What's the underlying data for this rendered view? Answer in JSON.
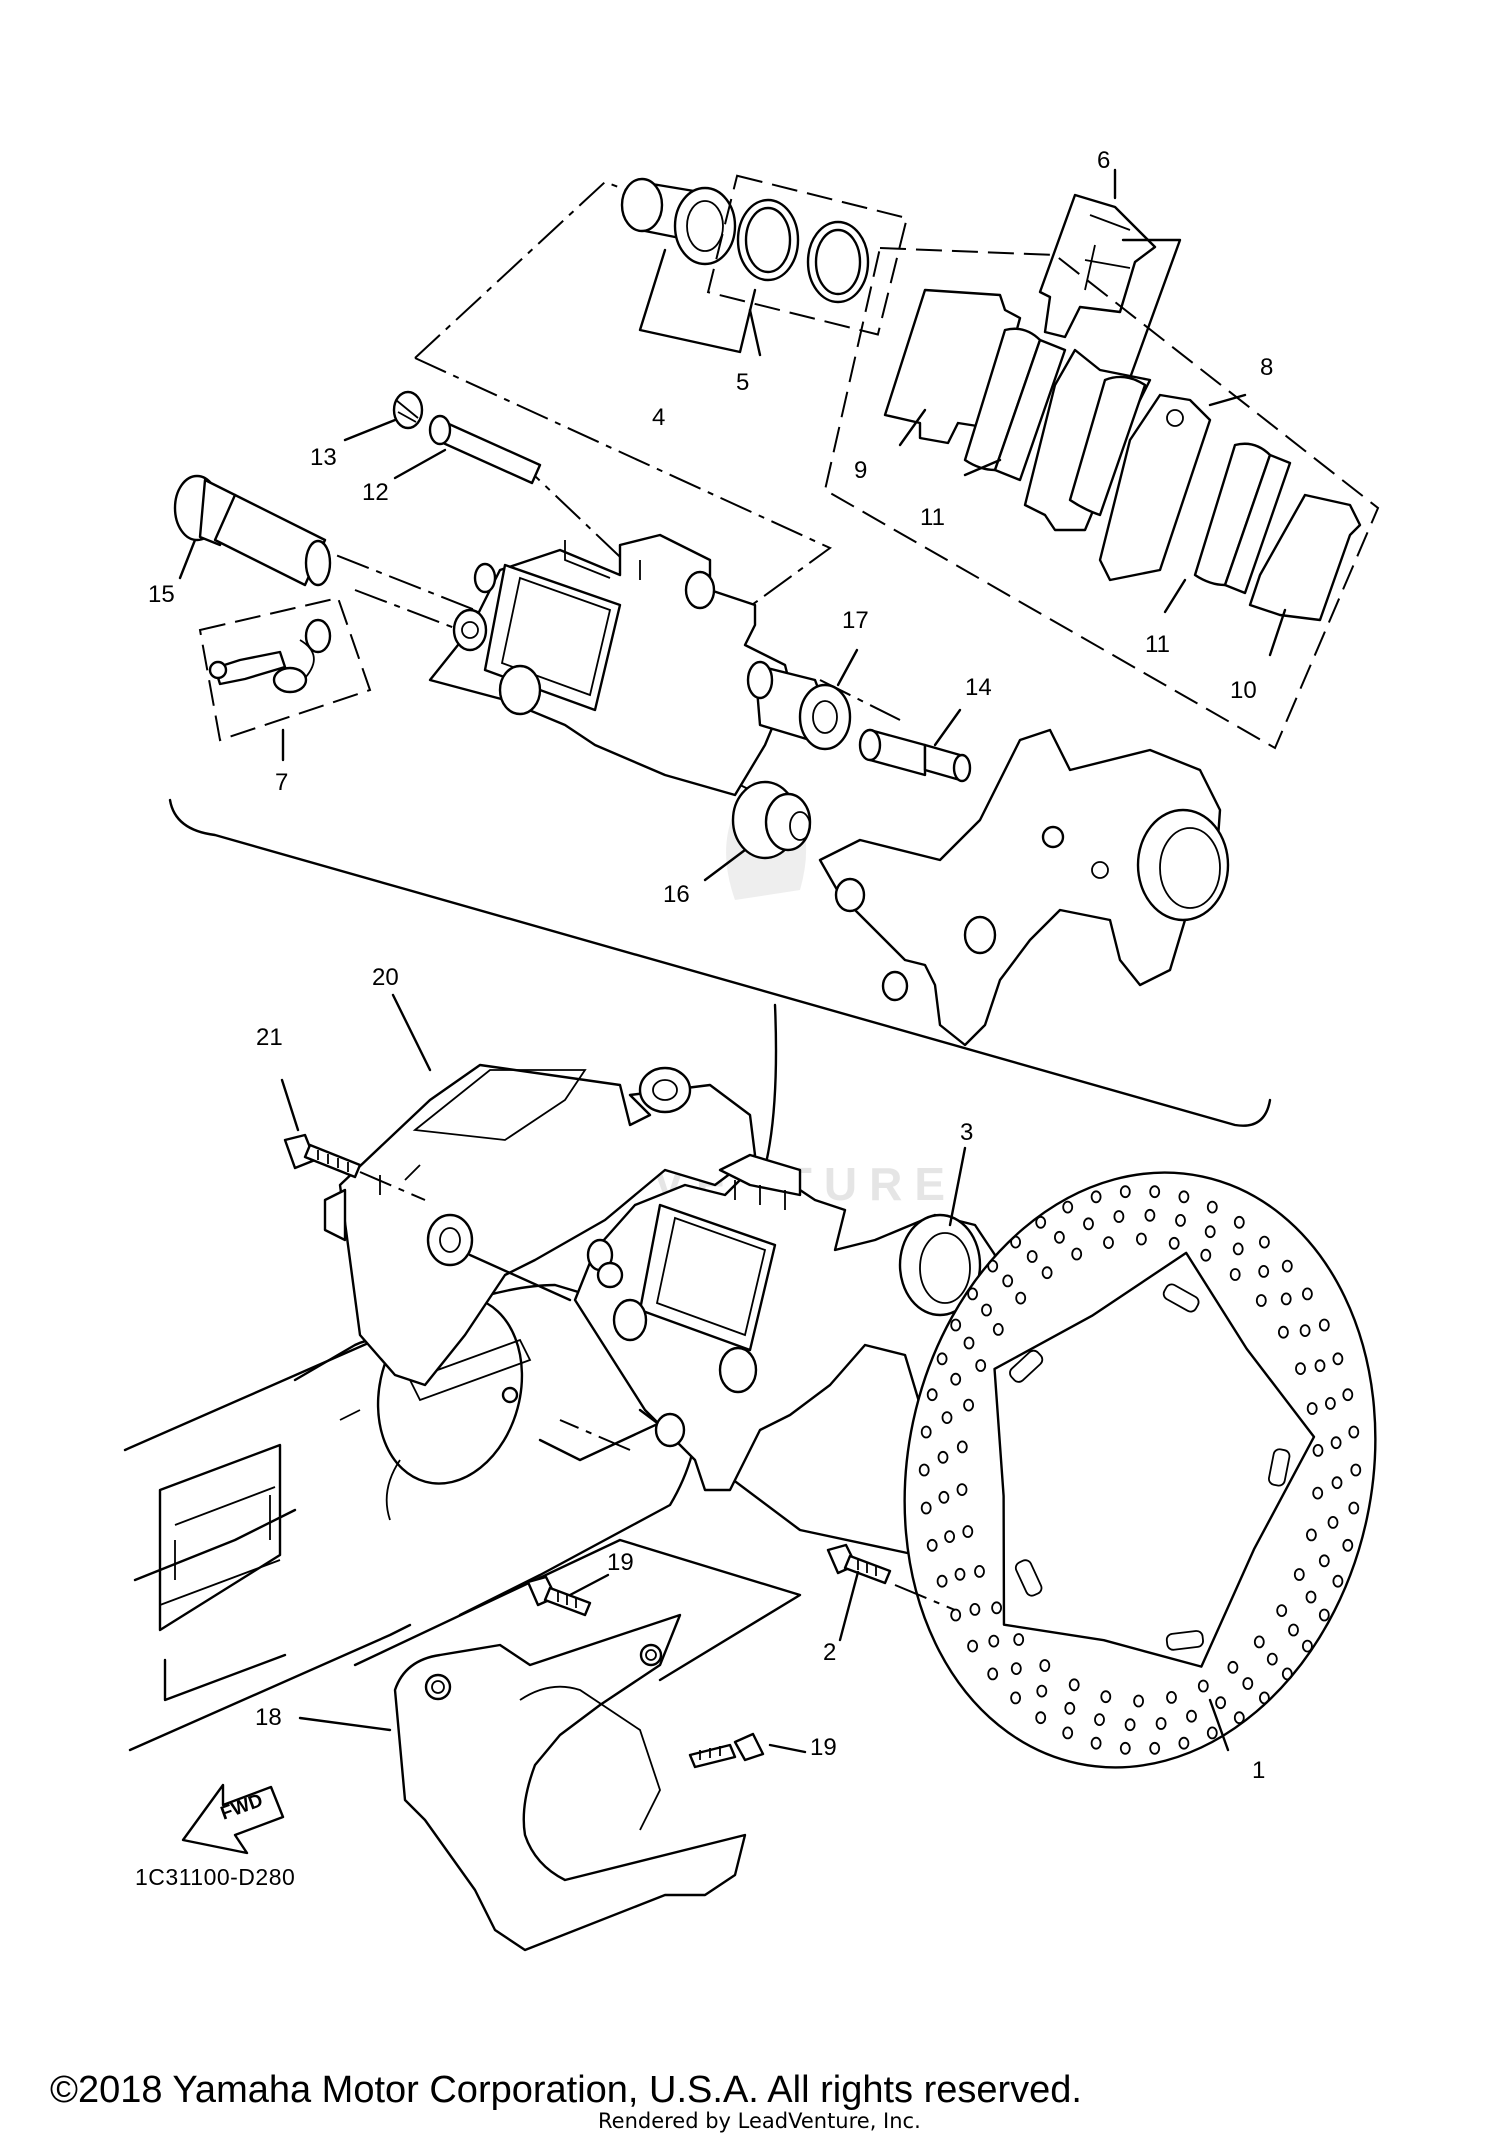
{
  "diagram": {
    "callouts": {
      "c1": "1",
      "c2": "2",
      "c3": "3",
      "c4": "4",
      "c5": "5",
      "c6": "6",
      "c7": "7",
      "c8": "8",
      "c9": "9",
      "c10": "10",
      "c11a": "11",
      "c11b": "11",
      "c12": "12",
      "c13": "13",
      "c14": "14",
      "c15": "15",
      "c16": "16",
      "c17": "17",
      "c18": "18",
      "c19a": "19",
      "c19b": "19",
      "c20": "20",
      "c21": "21"
    },
    "fwd_label": "FWD",
    "diagram_code": "1C31100-D280",
    "watermark": "LEADVENTURE"
  },
  "footer": {
    "copyright": "©2018 Yamaha Motor Corporation, U.S.A. All rights reserved.",
    "rendered_by": "Rendered by LeadVenture, Inc."
  }
}
